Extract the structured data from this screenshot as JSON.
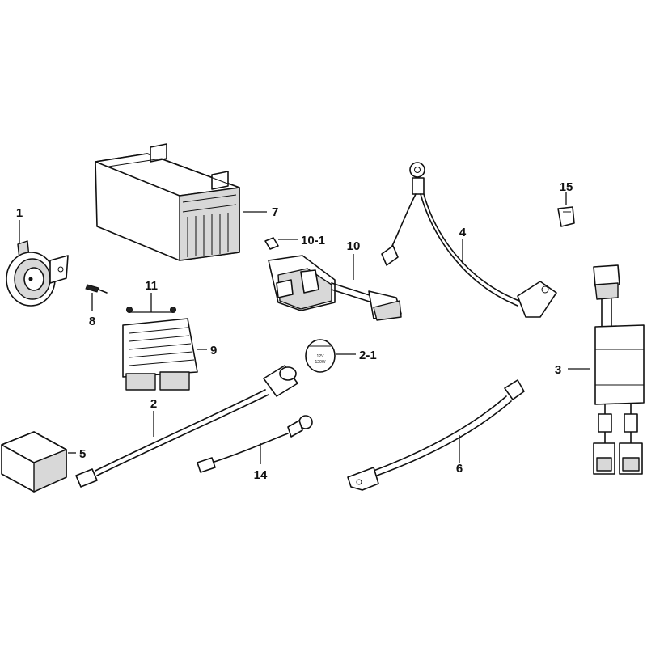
{
  "diagram": {
    "callouts": {
      "c1": "1",
      "c2": "2",
      "c2_1": "2-1",
      "c3": "3",
      "c4": "4",
      "c5": "5",
      "c6": "6",
      "c7": "7",
      "c8": "8",
      "c9": "9",
      "c10": "10",
      "c10_1": "10-1",
      "c11": "11",
      "c14": "14",
      "c15": "15"
    },
    "socket_text": {
      "line1": "12V",
      "line2": "120W"
    }
  }
}
